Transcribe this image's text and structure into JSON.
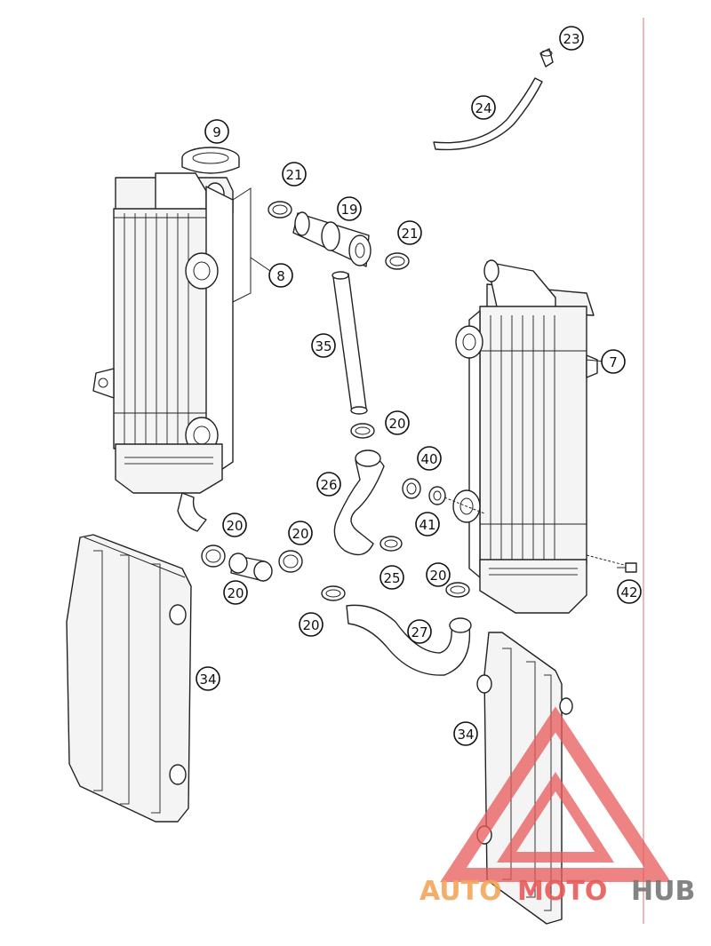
{
  "callouts": [
    {
      "label": "23"
    },
    {
      "label": "24"
    },
    {
      "label": "9"
    },
    {
      "label": "21"
    },
    {
      "label": "19"
    },
    {
      "label": "21"
    },
    {
      "label": "8"
    },
    {
      "label": "35"
    },
    {
      "label": "7"
    },
    {
      "label": "20"
    },
    {
      "label": "40"
    },
    {
      "label": "26"
    },
    {
      "label": "41"
    },
    {
      "label": "20"
    },
    {
      "label": "20"
    },
    {
      "label": "25"
    },
    {
      "label": "20"
    },
    {
      "label": "20"
    },
    {
      "label": "42"
    },
    {
      "label": "20"
    },
    {
      "label": "27"
    },
    {
      "label": "34"
    },
    {
      "label": "34"
    }
  ],
  "watermark": {
    "part1": "AUTO",
    "part2": "MOTO",
    "part3": "HUB",
    "color_primary": "#f2a65a",
    "color_secondary": "#e85a5a",
    "color_dark": "#777777"
  },
  "border_color": "#e6a0a0"
}
